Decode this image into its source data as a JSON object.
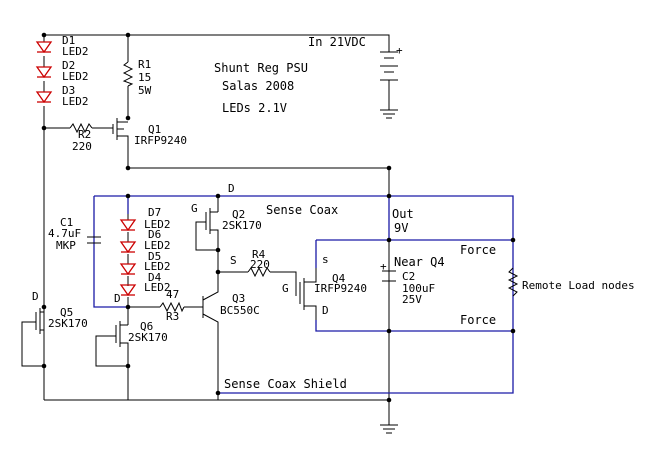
{
  "title": "Shunt Reg PSU",
  "author_year": "Salas 2008",
  "led_note": "LEDs 2.1V",
  "labels": {
    "input": "In 21VDC",
    "sense_coax": "Sense Coax",
    "sense_coax_shield": "Sense Coax Shield",
    "out": "Out",
    "out_v": "9V",
    "force_top": "Force",
    "force_bottom": "Force",
    "near_q4": "Near Q4",
    "remote_load": "Remote Load nodes",
    "node_d_top": "D",
    "node_d_mid": "D",
    "node_d_left": "D",
    "q4_s": "s",
    "q4_g": "G",
    "q4_d": "D",
    "q2_g": "G",
    "q2_s": "S"
  },
  "components": {
    "D1": {
      "ref": "D1",
      "val": "LED2"
    },
    "D2": {
      "ref": "D2",
      "val": "LED2"
    },
    "D3": {
      "ref": "D3",
      "val": "LED2"
    },
    "D4": {
      "ref": "D4",
      "val": "LED2"
    },
    "D5": {
      "ref": "D5",
      "val": "LED2"
    },
    "D6": {
      "ref": "D6",
      "val": "LED2"
    },
    "D7": {
      "ref": "D7",
      "val": "LED2"
    },
    "R1": {
      "ref": "R1",
      "val": "15",
      "val2": "5W"
    },
    "R2": {
      "ref": "R2",
      "val": "220"
    },
    "R3": {
      "ref": "R3",
      "val": "47"
    },
    "R4": {
      "ref": "R4",
      "val": "220"
    },
    "Q1": {
      "ref": "Q1",
      "val": "IRFP9240"
    },
    "Q2": {
      "ref": "Q2",
      "val": "2SK170"
    },
    "Q3": {
      "ref": "Q3",
      "val": "BC550C"
    },
    "Q4": {
      "ref": "Q4",
      "val": "IRFP9240"
    },
    "Q5": {
      "ref": "Q5",
      "val": "2SK170"
    },
    "Q6": {
      "ref": "Q6",
      "val": "2SK170"
    },
    "C1": {
      "ref": "C1",
      "val": "4.7uF",
      "val2": "MKP"
    },
    "C2": {
      "ref": "C2",
      "val": "100uF",
      "val2": "25V"
    }
  },
  "colors": {
    "wire": "#000000",
    "sense": "#1a1aa6",
    "led": "#cc0000"
  }
}
